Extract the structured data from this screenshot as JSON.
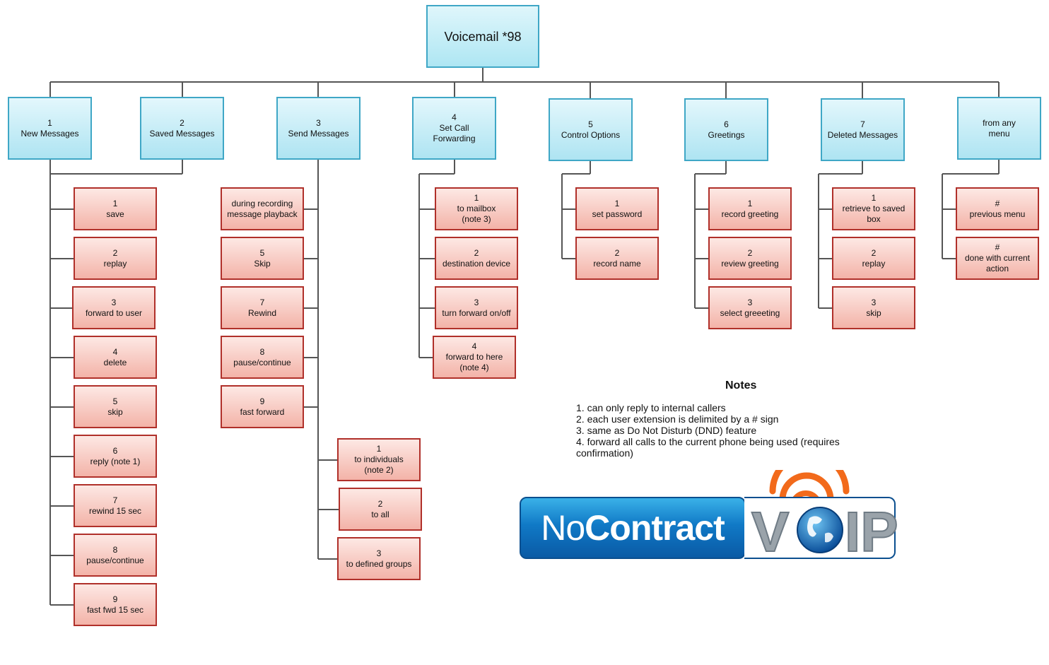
{
  "root": {
    "label": "Voicemail *98"
  },
  "categories": [
    {
      "num": "1",
      "label": "New Messages"
    },
    {
      "num": "2",
      "label": "Saved Messages"
    },
    {
      "num": "3",
      "label": "Send Messages"
    },
    {
      "num": "4",
      "label": "Set Call Forwarding"
    },
    {
      "num": "5",
      "label": "Control Options"
    },
    {
      "num": "6",
      "label": "Greetings"
    },
    {
      "num": "7",
      "label": "Deleted Messages"
    },
    {
      "num": "",
      "label": "from any menu"
    }
  ],
  "new_messages": [
    {
      "num": "1",
      "label": "save"
    },
    {
      "num": "2",
      "label": "replay"
    },
    {
      "num": "3",
      "label": "forward to user"
    },
    {
      "num": "4",
      "label": "delete"
    },
    {
      "num": "5",
      "label": "skip"
    },
    {
      "num": "6",
      "label": "reply (note 1)"
    },
    {
      "num": "7",
      "label": "rewind 15 sec"
    },
    {
      "num": "8",
      "label": "pause/continue"
    },
    {
      "num": "9",
      "label": "fast fwd 15 sec"
    }
  ],
  "send_messages": [
    {
      "num": "",
      "label": "during recording message playback"
    },
    {
      "num": "5",
      "label": "Skip"
    },
    {
      "num": "7",
      "label": "Rewind"
    },
    {
      "num": "8",
      "label": "pause/continue"
    },
    {
      "num": "9",
      "label": "fast forward"
    }
  ],
  "send_targets": [
    {
      "num": "1",
      "label": "to individuals",
      "note": "(note 2)"
    },
    {
      "num": "2",
      "label": "to all",
      "note": ""
    },
    {
      "num": "3",
      "label": "to defined groups",
      "note": ""
    }
  ],
  "call_forwarding": [
    {
      "num": "1",
      "label": "to mailbox",
      "note": "(note 3)"
    },
    {
      "num": "2",
      "label": "destination device",
      "note": ""
    },
    {
      "num": "3",
      "label": "turn forward on/off",
      "note": ""
    },
    {
      "num": "4",
      "label": "forward to here",
      "note": "(note 4)"
    }
  ],
  "control_options": [
    {
      "num": "1",
      "label": "set password"
    },
    {
      "num": "2",
      "label": "record name"
    }
  ],
  "greetings": [
    {
      "num": "1",
      "label": "record greeting"
    },
    {
      "num": "2",
      "label": "review greeting"
    },
    {
      "num": "3",
      "label": "select greeeting"
    }
  ],
  "deleted_messages": [
    {
      "num": "1",
      "label": "retrieve to saved box"
    },
    {
      "num": "2",
      "label": "replay"
    },
    {
      "num": "3",
      "label": "skip"
    }
  ],
  "any_menu": [
    {
      "num": "#",
      "label": "previous menu"
    },
    {
      "num": "#",
      "label": "done with current action"
    }
  ],
  "notes": {
    "title": "Notes",
    "items": [
      "1. can only reply to internal callers",
      "2. each user extension is delimited by a # sign",
      "3. same as Do Not Disturb (DND) feature",
      "4. forward all calls to the current phone being used (requires confirmation)"
    ]
  },
  "logo": {
    "word_light": "No",
    "word_bold": "Contract",
    "voip_v": "V",
    "voip_ip": "IP"
  },
  "colors": {
    "category_border": "#3fa7c6",
    "item_border": "#b0302a",
    "connector": "#555555",
    "logo_orange": "#f26a1b",
    "logo_blue": "#1079c6"
  }
}
